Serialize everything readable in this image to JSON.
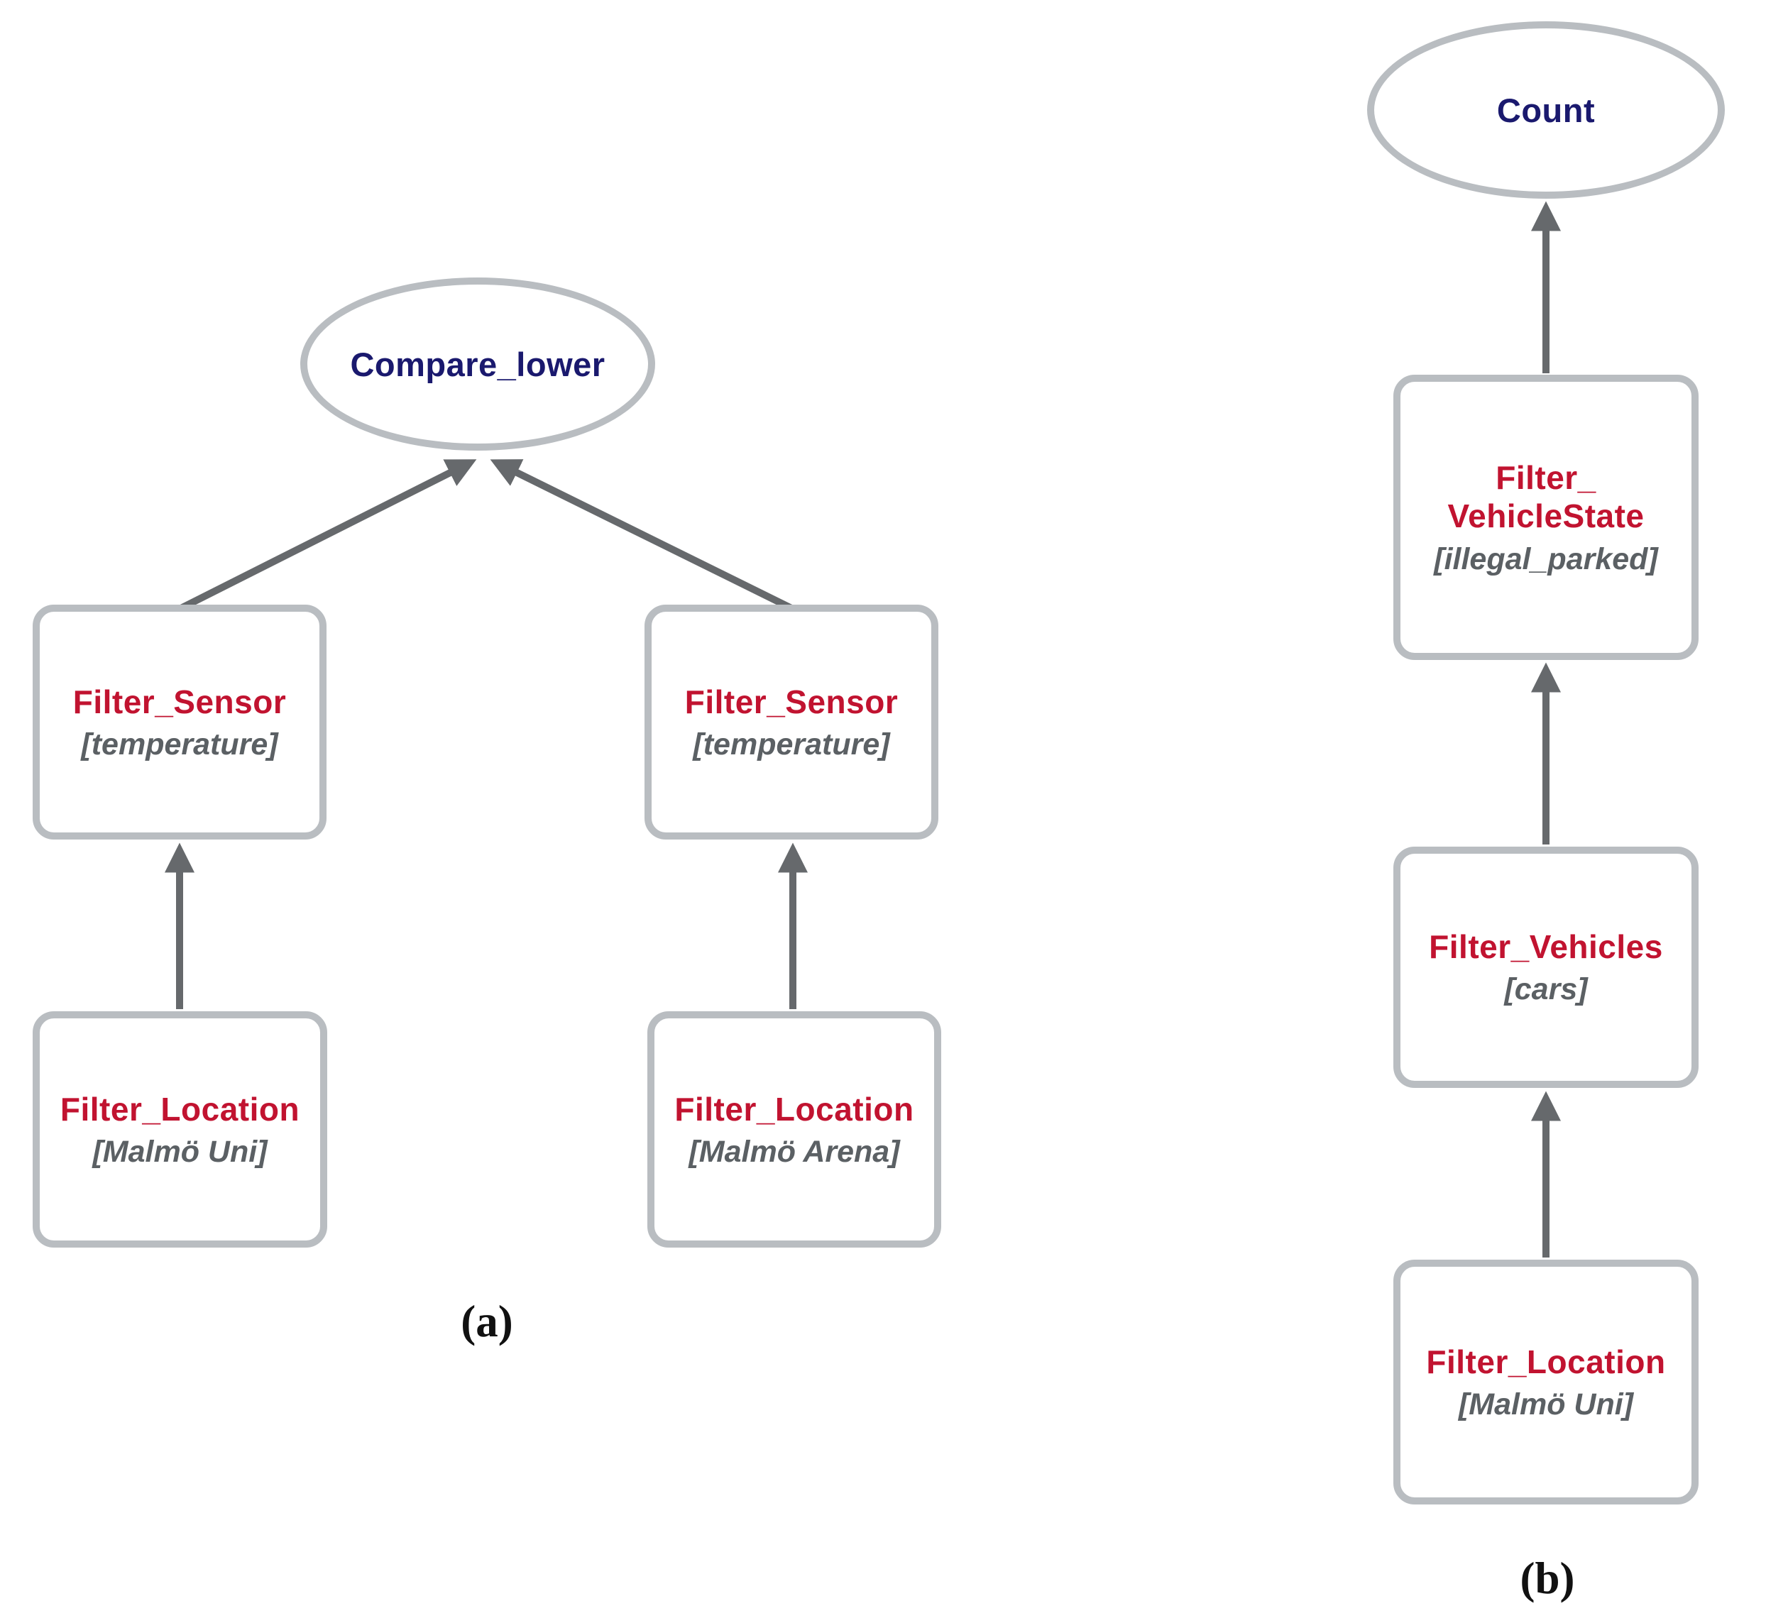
{
  "figure": {
    "panel_a": {
      "caption": "(a)",
      "operation_node": "Compare_lower",
      "branches": [
        {
          "filter": {
            "title": "Filter_Sensor",
            "param": "[temperature]"
          },
          "source": {
            "title": "Filter_Location",
            "param": "[Malmö Uni]"
          }
        },
        {
          "filter": {
            "title": "Filter_Sensor",
            "param": "[temperature]"
          },
          "source": {
            "title": "Filter_Location",
            "param": "[Malmö Arena]"
          }
        }
      ]
    },
    "panel_b": {
      "caption": "(b)",
      "operation_node": "Count",
      "chain": [
        {
          "title": "Filter_\nVehicleState",
          "param": "[illegal_parked]"
        },
        {
          "title": "Filter_Vehicles",
          "param": "[cars]"
        },
        {
          "title": "Filter_Location",
          "param": "[Malmö Uni]"
        }
      ]
    },
    "colors": {
      "node_title_red": "#c11330",
      "node_param_gray": "#5b6064",
      "operation_text_navy": "#1a196e",
      "node_border_gray": "#b9bdc1",
      "arrow_gray": "#66696c",
      "caption_black": "#111111"
    }
  }
}
